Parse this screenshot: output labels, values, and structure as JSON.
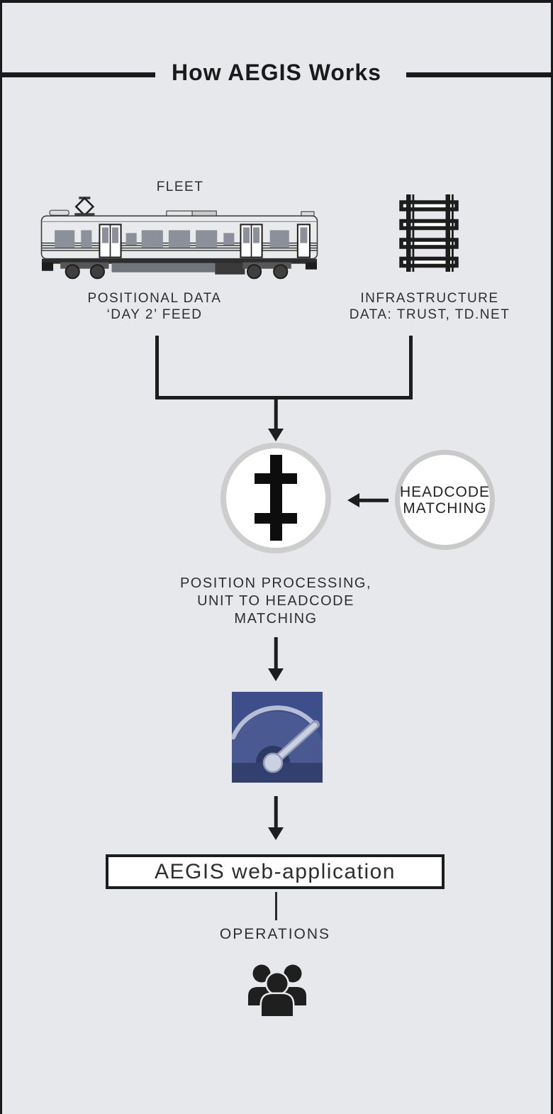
{
  "title": "How AEGIS Works",
  "colors": {
    "background": "#e7e8ec",
    "ink": "#1d1d1d",
    "text": "#2e2e2e",
    "circle_border": "#cdcdcd",
    "node_fill": "#ffffff",
    "speedometer_blue": "#3d4e8b",
    "speedometer_dial": "#4a5991",
    "speedometer_needle": "#ccd1e1"
  },
  "fleet": {
    "label": "FLEET",
    "icon": "train-icon"
  },
  "sources": {
    "positional": {
      "line1": "POSITIONAL DATA",
      "line2": "‘DAY 2’ FEED"
    },
    "infrastructure": {
      "line1": "INFRASTRUCTURE",
      "line2": "DATA: TRUST, TD.NET",
      "icon": "railway-track-icon"
    }
  },
  "processing": {
    "icon": "double-dagger-icon",
    "caption_line1": "POSITION PROCESSING,",
    "caption_line2": "UNIT TO HEADCODE",
    "caption_line3": "MATCHING"
  },
  "headcode": {
    "line1": "HEADCODE",
    "line2": "MATCHING"
  },
  "dashboard": {
    "icon": "speedometer-icon"
  },
  "webapp": {
    "label": "AEGIS web-application"
  },
  "operations": {
    "label": "OPERATIONS",
    "icon": "operations-team-icon"
  }
}
